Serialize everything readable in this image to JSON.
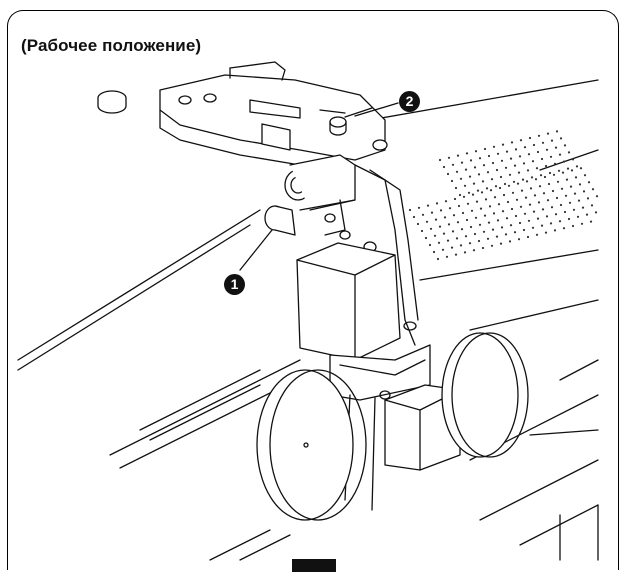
{
  "title": "(Рабочее положение)",
  "callouts": [
    {
      "id": "1",
      "label": "1"
    },
    {
      "id": "2",
      "label": "2"
    }
  ],
  "colors": {
    "line": "#111111",
    "background": "#ffffff",
    "dots": "#333333"
  },
  "icons": {
    "callout_1": "circled-number-icon",
    "callout_2": "circled-number-icon"
  }
}
